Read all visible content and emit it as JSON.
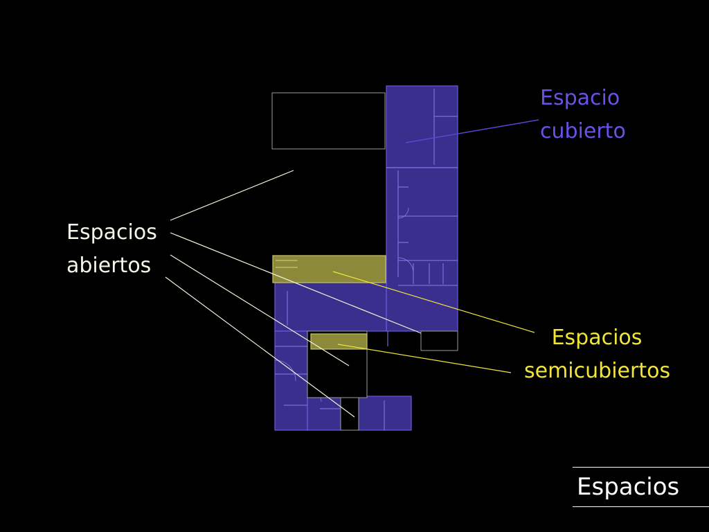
{
  "title": "Espacios",
  "colors": {
    "background": "#000000",
    "covered": "#5a46d6",
    "covered_fill": "#3a2f8c",
    "semicovered": "#f0e63a",
    "semicovered_fill": "#8c8a3a",
    "open": "#f5f5dc",
    "title_text": "#ffffff"
  },
  "labels": {
    "covered": [
      "Espacio",
      "cubierto"
    ],
    "open": [
      "Espacios",
      "abiertos"
    ],
    "semicovered": [
      "Espacios",
      "semicubiertos"
    ]
  }
}
